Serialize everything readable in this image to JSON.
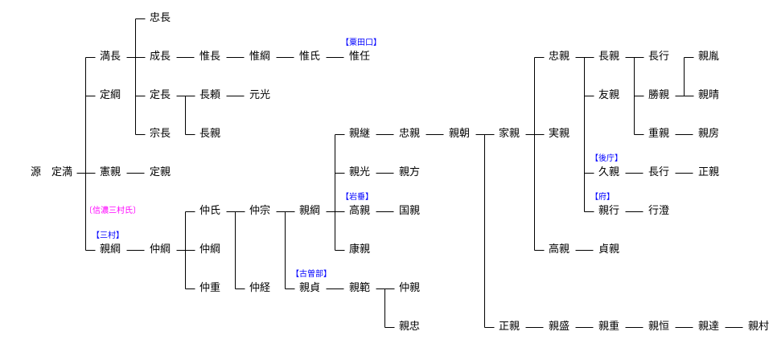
{
  "colors": {
    "line": "#000000",
    "branch_label": "#0000ff",
    "clan_label": "#ff00ff"
  },
  "clan_label": "〔信濃三村氏〕",
  "nodes": [
    {
      "id": "root",
      "name": "源　定満"
    },
    {
      "id": "n1",
      "name": "満長",
      "parent": "root"
    },
    {
      "id": "n2",
      "name": "定綱",
      "parent": "root"
    },
    {
      "id": "n3",
      "name": "憲親",
      "parent": "root"
    },
    {
      "id": "n4",
      "name": "親綱",
      "parent": "root",
      "label": "【三村】"
    },
    {
      "id": "n5",
      "name": "忠長",
      "parent": "n1"
    },
    {
      "id": "n6",
      "name": "成長",
      "parent": "n1"
    },
    {
      "id": "n7",
      "name": "定長",
      "parent": "n1"
    },
    {
      "id": "n8",
      "name": "宗長",
      "parent": "n1"
    },
    {
      "id": "n9",
      "name": "惟長",
      "parent": "n6"
    },
    {
      "id": "n10",
      "name": "惟綱",
      "parent": "n9"
    },
    {
      "id": "n11",
      "name": "惟氏",
      "parent": "n10"
    },
    {
      "id": "n12",
      "name": "惟任",
      "parent": "n11",
      "label": "【粟田口】"
    },
    {
      "id": "n13",
      "name": "長頼",
      "parent": "n7"
    },
    {
      "id": "n14",
      "name": "元光",
      "parent": "n13"
    },
    {
      "id": "n15",
      "name": "長親",
      "parent": "n7"
    },
    {
      "id": "n16",
      "name": "定親",
      "parent": "n3"
    },
    {
      "id": "n17",
      "name": "仲綱",
      "parent": "n4"
    },
    {
      "id": "n18",
      "name": "仲氏",
      "parent": "n17"
    },
    {
      "id": "n19",
      "name": "仲綱",
      "parent": "n17"
    },
    {
      "id": "n20",
      "name": "仲重",
      "parent": "n17"
    },
    {
      "id": "n21",
      "name": "仲宗",
      "parent": "n18"
    },
    {
      "id": "n22",
      "name": "仲経",
      "parent": "n18"
    },
    {
      "id": "n23",
      "name": "親綱",
      "parent": "n21"
    },
    {
      "id": "n24",
      "name": "親貞",
      "parent": "n21",
      "label": "【古曽部】"
    },
    {
      "id": "n25",
      "name": "親継",
      "parent": "n23"
    },
    {
      "id": "n26",
      "name": "親光",
      "parent": "n23"
    },
    {
      "id": "n27",
      "name": "高親",
      "parent": "n23",
      "label": "【岩垂】"
    },
    {
      "id": "n28",
      "name": "康親",
      "parent": "n23"
    },
    {
      "id": "n29",
      "name": "忠親",
      "parent": "n25"
    },
    {
      "id": "n30",
      "name": "親朝",
      "parent": "n29"
    },
    {
      "id": "n31",
      "name": "親方",
      "parent": "n26"
    },
    {
      "id": "n32",
      "name": "国親",
      "parent": "n27"
    },
    {
      "id": "n33",
      "name": "親範",
      "parent": "n24"
    },
    {
      "id": "n34",
      "name": "仲親",
      "parent": "n33"
    },
    {
      "id": "n35",
      "name": "親忠",
      "parent": "n33"
    },
    {
      "id": "n36",
      "name": "家親",
      "parent": "n30"
    },
    {
      "id": "n37",
      "name": "正親",
      "parent": "n30"
    },
    {
      "id": "n38",
      "name": "忠親",
      "parent": "n36"
    },
    {
      "id": "n39",
      "name": "実親",
      "parent": "n36"
    },
    {
      "id": "n40",
      "name": "高親",
      "parent": "n36"
    },
    {
      "id": "n41",
      "name": "長親",
      "parent": "n38"
    },
    {
      "id": "n42",
      "name": "友親",
      "parent": "n38"
    },
    {
      "id": "n43",
      "name": "久親",
      "parent": "n38",
      "label": "【後庁】"
    },
    {
      "id": "n44",
      "name": "親行",
      "parent": "n38",
      "label": "【府】"
    },
    {
      "id": "n45",
      "name": "長行",
      "parent": "n41"
    },
    {
      "id": "n46",
      "name": "勝親",
      "parent": "n41"
    },
    {
      "id": "n47",
      "name": "重親",
      "parent": "n41"
    },
    {
      "id": "n48",
      "name": "親胤",
      "parent": "n46"
    },
    {
      "id": "n49",
      "name": "親晴",
      "parent": "n46"
    },
    {
      "id": "n50",
      "name": "親房",
      "parent": "n47"
    },
    {
      "id": "n51",
      "name": "長行",
      "parent": "n43"
    },
    {
      "id": "n52",
      "name": "正親",
      "parent": "n51"
    },
    {
      "id": "n53",
      "name": "行澄",
      "parent": "n44"
    },
    {
      "id": "n54",
      "name": "貞親",
      "parent": "n40"
    },
    {
      "id": "n55",
      "name": "親盛",
      "parent": "n37"
    },
    {
      "id": "n56",
      "name": "親重",
      "parent": "n55"
    },
    {
      "id": "n57",
      "name": "親恒",
      "parent": "n56"
    },
    {
      "id": "n58",
      "name": "親達",
      "parent": "n57"
    },
    {
      "id": "n59",
      "name": "親村",
      "parent": "n58"
    }
  ]
}
